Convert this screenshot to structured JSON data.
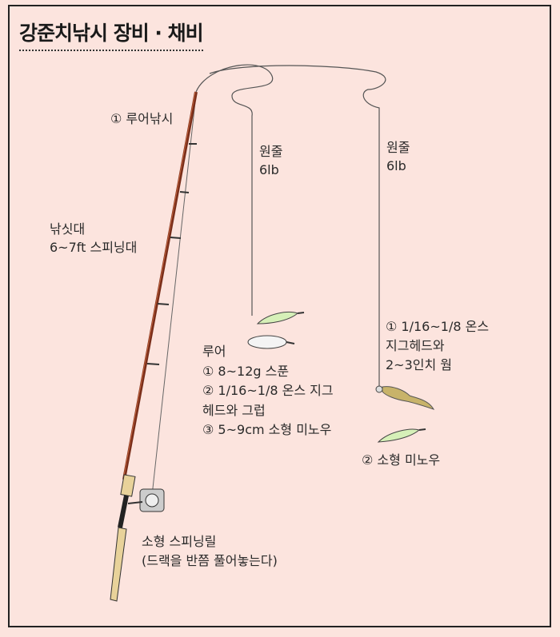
{
  "title": "강준치낚시 장비 · 채비",
  "labels": {
    "rig_name": "① 루어낚시",
    "rod": [
      "낚싯대",
      "6~7ft 스피닝대"
    ],
    "line_left": [
      "원줄",
      "6lb"
    ],
    "line_right": [
      "원줄",
      "6lb"
    ],
    "lure_left": [
      "루어",
      "① 8~12g 스푼",
      "② 1/16~1/8 온스 지그",
      "헤드와 그럽",
      "③ 5~9cm 소형 미노우"
    ],
    "lure_right": [
      "① 1/16~1/8 온스",
      "지그헤드와",
      "2~3인치 웜"
    ],
    "minnow_right": "② 소형 미노우",
    "reel": [
      "소형 스피닝릴",
      "(드랙을 반쯤 풀어놓는다)"
    ]
  },
  "colors": {
    "background": "#fce4de",
    "rod": "#7a2e1a",
    "cork": "#e8d29a"
  }
}
